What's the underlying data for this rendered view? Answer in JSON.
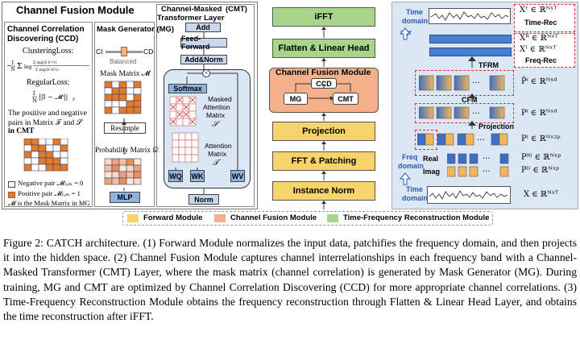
{
  "left_panel": {
    "title": "Channel Fusion Module",
    "ccd": {
      "title_line1": "Channel Correlation",
      "title_line2": "Discovering (CCD)",
      "clustering_loss": "ClusteringLoss:",
      "clustering_formula": "−(1/N) Σ log( Σ exp(S·S⁺/τ) / Σ exp(S·S/τ) )",
      "regular_loss": "RegularLoss:",
      "regular_formula": "(1/N) ||I − Mⁱ||F",
      "note_line1": "The positive and negative",
      "note_line2": "pairs in Matrix 𝒯 and 𝒮",
      "note_line3": "in CMT",
      "legend_negative": "Negative pair 𝓜ₗ,ₘ = 0",
      "legend_positive": "Positive pair 𝓜ₗ,ₘ = 1",
      "legend_mask": "𝓜 is the Mask Matrix in MG",
      "legend_mask_bold": "MG"
    },
    "mg": {
      "title": "Mask Generator (MG)",
      "ci": "CI",
      "cd": "CD",
      "balanced": "Balanced",
      "mask_matrix": "Mask Matrix 𝓜",
      "resample": "Resample",
      "prob_matrix": "Probability Matrix 𝒟",
      "mlp": "MLP"
    },
    "cmt": {
      "title_line1": "Channel-Masked",
      "title_line2": "Transformer Layer",
      "title_abbr": "(CMT)",
      "add": "Add",
      "feed_forward": "Feed-Forward",
      "add_norm": "Add&Norm",
      "softmax": "Softmax",
      "masked_attn_line1": "Masked",
      "masked_attn_line2": "Attention",
      "masked_attn_line3": "Matrix",
      "masked_attn_sym": "𝒮",
      "attn_line1": "Attention",
      "attn_line2": "Matrix",
      "attn_sym": "𝒯",
      "wq": "WQ",
      "wk": "WK",
      "wv": "WV",
      "norm": "Norm"
    }
  },
  "middle_stack": {
    "ifft": "iFFT",
    "flatten": "Flatten & Linear Head",
    "cfm_title": "Channel Fusion Module",
    "ccd": "CCD",
    "mg": "MG",
    "cmt": "CMT",
    "projection": "Projection",
    "fft": "FFT & Patching",
    "instance_norm": "Instance Norm"
  },
  "right_panel": {
    "time_domain_top_line1": "Time",
    "time_domain_top_line2": "domain",
    "xr_time": "Xʳ ∈ ℝᴺˣᵀ",
    "time_rec": "Time-Rec",
    "xr_freq_r": "Xᴿ ∈ ℝᴺˣᵀ",
    "xr_freq_i": "Xᴵ ∈ ℝᴺˣᵀ",
    "freq_rec": "Freq-Rec",
    "tfrm": "TFRM",
    "p_hat": "P̂ⁱ ∈ ℝᴺˣᵈ",
    "cfm": "CFM",
    "p_i_d": "Pⁱ ∈ ℝᴺˣᵈ",
    "projection": "Projection",
    "p_i_2p": "Pⁱ ∈ ℝᴺˣ²ᵖ",
    "freq_domain_line1": "Freq",
    "freq_domain_line2": "domain",
    "real": "Real",
    "imag": "Imag",
    "p_r": "Pᴿⁱ ∈ ℝᴺˣᵖ",
    "p_im": "Pᴵⁱ ∈ ℝᴺˣᵖ",
    "time_domain_bot_line1": "Time",
    "time_domain_bot_line2": "domain",
    "x_in": "X ∈ ℝᴺˣᵀ",
    "dots": "···"
  },
  "legend": {
    "forward": "Forward Module",
    "cfm": "Channel Fusion Module",
    "tfrm": "Time-Frequency Reconstruction Module"
  },
  "caption": {
    "text": "Figure 2: CATCH architecture. (1) Forward Module normalizes the input data, patchifies the frequency domain, and then projects it into the hidden space. (2) Channel Fusion Module captures channel interrelationships in each frequency band with a Channel-Masked Transformer (CMT) Layer, where the mask matrix (channel correlation) is generated by Mask Generator (MG). During training, MG and CMT are optimized by Channel Correlation Discovering (CCD) for more appropriate channel correlations. (3) Time-Frequency Reconstruction Module obtains the frequency reconstruction through Flatten & Linear Head Layer, and obtains the time reconstruction after iFFT."
  },
  "colors": {
    "forward": "#f7d46a",
    "cfm": "#f3b08a",
    "tfrm": "#a7d68b",
    "blue": "#4a7fd0",
    "orange": "#e07a2e",
    "panel_bg": "#dce7f5",
    "dash": "#e03030"
  }
}
